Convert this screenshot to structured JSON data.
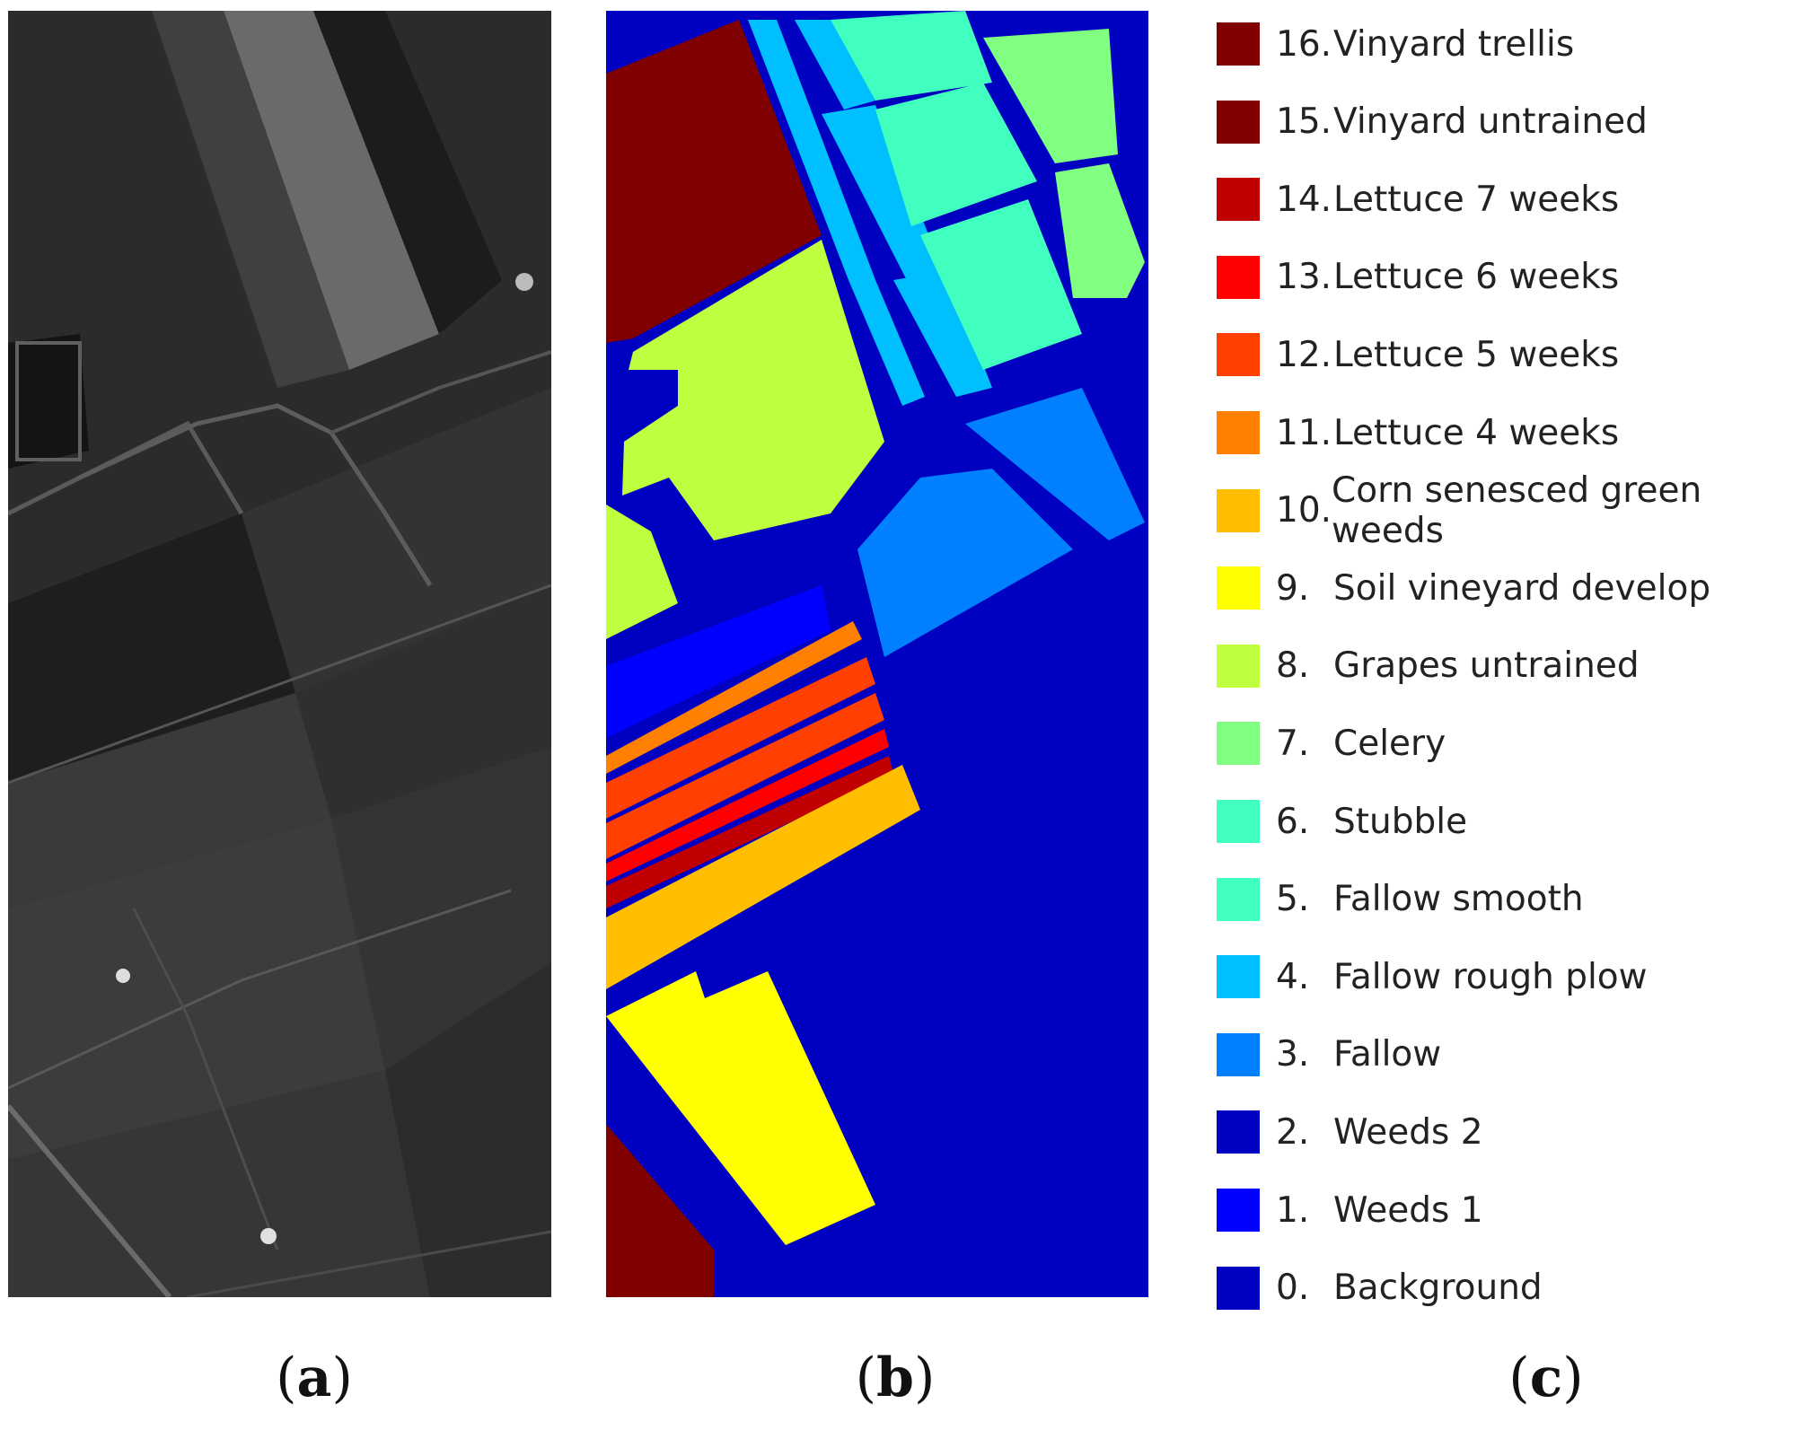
{
  "captions": {
    "a_open": "(",
    "a_letter": "a",
    "a_close": ")",
    "b_open": "(",
    "b_letter": "b",
    "b_close": ")",
    "c_open": "(",
    "c_letter": "c",
    "c_close": ")"
  },
  "legend": [
    {
      "num": "16.",
      "name": "Vinyard trellis",
      "color": "#800000"
    },
    {
      "num": "15.",
      "name": "Vinyard untrained",
      "color": "#800000"
    },
    {
      "num": "14.",
      "name": "Lettuce 7 weeks",
      "color": "#C00000"
    },
    {
      "num": "13.",
      "name": "Lettuce 6 weeks",
      "color": "#FF0000"
    },
    {
      "num": "12.",
      "name": "Lettuce 5 weeks",
      "color": "#FF4000"
    },
    {
      "num": "11.",
      "name": "Lettuce 4 weeks",
      "color": "#FF8000"
    },
    {
      "num": "10.",
      "name": "Corn senesced green weeds",
      "color": "#FFBF00"
    },
    {
      "num": "9.",
      "name": "Soil vineyard develop",
      "color": "#FFFF00"
    },
    {
      "num": "8.",
      "name": "Grapes untrained",
      "color": "#BFFF40"
    },
    {
      "num": "7.",
      "name": "Celery",
      "color": "#80FF80"
    },
    {
      "num": "6.",
      "name": "Stubble",
      "color": "#40FFBF"
    },
    {
      "num": "5.",
      "name": "Fallow smooth",
      "color": "#40FFBF"
    },
    {
      "num": "4.",
      "name": "Fallow rough plow",
      "color": "#00BFFF"
    },
    {
      "num": "3.",
      "name": "Fallow",
      "color": "#0080FF"
    },
    {
      "num": "2.",
      "name": "Weeds 2",
      "color": "#0000C0"
    },
    {
      "num": "1.",
      "name": "Weeds 1",
      "color": "#0000FF"
    },
    {
      "num": "0.",
      "name": "Background",
      "color": "#0000C0"
    }
  ]
}
